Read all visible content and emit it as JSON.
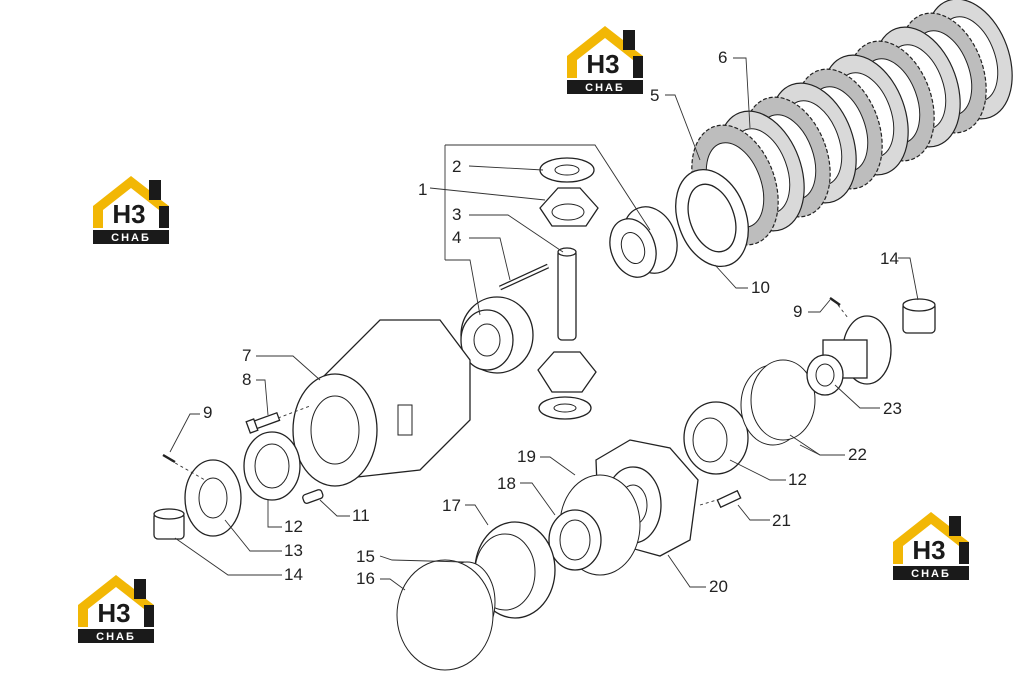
{
  "diagram": {
    "callouts": [
      "1",
      "2",
      "3",
      "4",
      "5",
      "6",
      "7",
      "8",
      "9",
      "9",
      "10",
      "11",
      "12",
      "12",
      "13",
      "14",
      "14",
      "15",
      "16",
      "17",
      "18",
      "19",
      "20",
      "21",
      "22",
      "23"
    ]
  },
  "watermark": {
    "letters": "H3",
    "caption": "CHAБ",
    "brand_color": "#f2b705",
    "dark_color": "#1a1a1a"
  }
}
